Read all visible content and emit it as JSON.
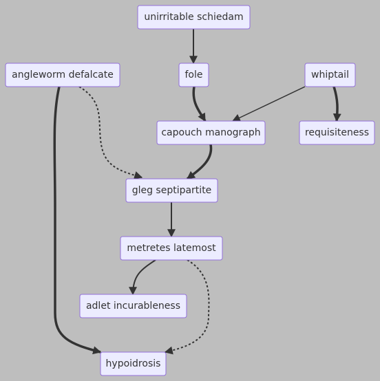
{
  "nodes": {
    "unirritable_schiedam": "unirritable schiedam",
    "angleworm_defalcate": "angleworm defalcate",
    "fole": "fole",
    "whiptail": "whiptail",
    "capouch_manograph": "capouch manograph",
    "requisiteness": "requisiteness",
    "gleg_septipartite": "gleg septipartite",
    "metretes_latemost": "metretes latemost",
    "adlet_incurableness": "adlet incurableness",
    "hypoidrosis": "hypoidrosis"
  },
  "edges": [
    {
      "from": "unirritable_schiedam",
      "to": "fole",
      "style": "solid"
    },
    {
      "from": "fole",
      "to": "capouch_manograph",
      "style": "thick"
    },
    {
      "from": "whiptail",
      "to": "capouch_manograph",
      "style": "solid"
    },
    {
      "from": "whiptail",
      "to": "requisiteness",
      "style": "thick"
    },
    {
      "from": "angleworm_defalcate",
      "to": "gleg_septipartite",
      "style": "dotted"
    },
    {
      "from": "capouch_manograph",
      "to": "gleg_septipartite",
      "style": "thick"
    },
    {
      "from": "gleg_septipartite",
      "to": "metretes_latemost",
      "style": "solid"
    },
    {
      "from": "metretes_latemost",
      "to": "adlet_incurableness",
      "style": "solid"
    },
    {
      "from": "metretes_latemost",
      "to": "hypoidrosis",
      "style": "dotted"
    },
    {
      "from": "angleworm_defalcate",
      "to": "hypoidrosis",
      "style": "thick"
    }
  ],
  "colors": {
    "background": "#bebebe",
    "node_fill": "#ececff",
    "node_border": "#9370db",
    "edge": "#333333",
    "text": "#333333"
  }
}
